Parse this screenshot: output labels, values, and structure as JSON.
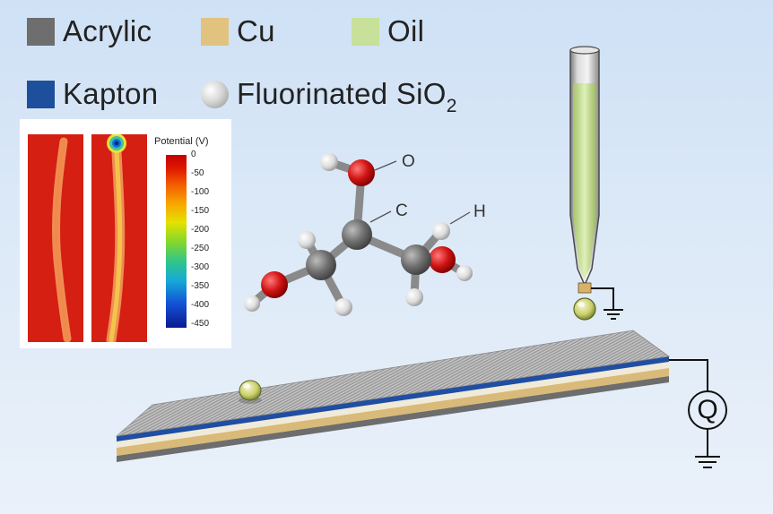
{
  "legend": {
    "acrylic": {
      "label": "Acrylic",
      "color": "#6e6e6e"
    },
    "cu": {
      "label": "Cu",
      "color": "#e2c27f"
    },
    "oil": {
      "label": "Oil",
      "color": "#c7e09a"
    },
    "kapton": {
      "label": "Kapton",
      "color": "#1d4f9c"
    },
    "fluorinated_sio2": {
      "label_main": "Fluorinated SiO",
      "label_sub": "2"
    }
  },
  "kpfm": {
    "colorbar_title": "Potential (V)",
    "ticks": [
      "0",
      "-50",
      "-100",
      "-150",
      "-200",
      "-250",
      "-300",
      "-350",
      "-400",
      "-450"
    ]
  },
  "molecule": {
    "label_o": "O",
    "label_c": "C",
    "label_h": "H"
  },
  "circuit": {
    "meter_label": "Q"
  }
}
